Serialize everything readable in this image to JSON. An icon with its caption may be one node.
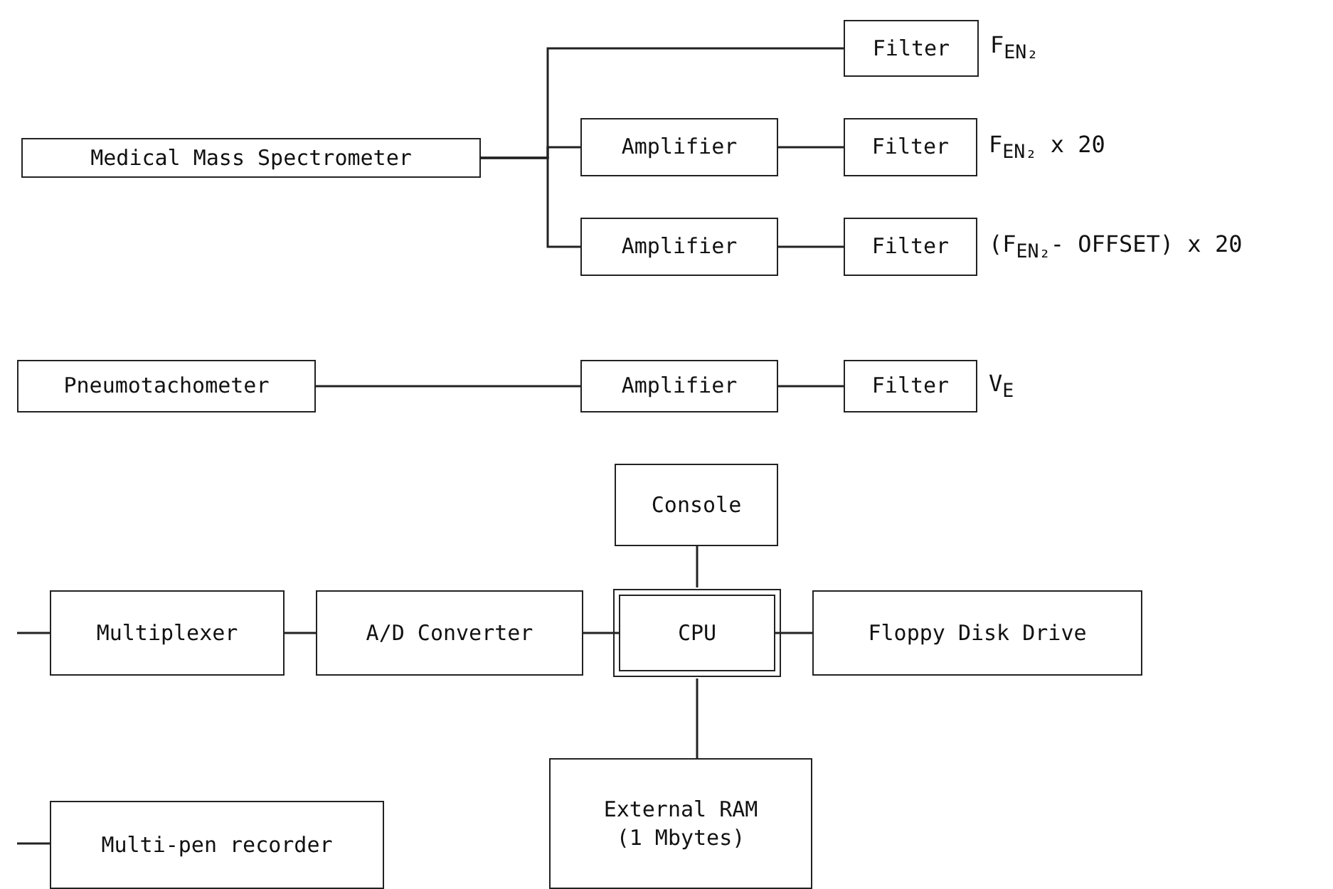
{
  "diagram": {
    "nodes": [
      {
        "text": [
          "Medical Mass Spectrometer"
        ]
      },
      {
        "text": [
          "Filter"
        ],
        "beside": [
          "F$_{EN₂}$"
        ]
      },
      {
        "text": [
          "Amplifier"
        ]
      },
      {
        "text": [
          "Filter"
        ],
        "beside": [
          "F$_{EN₂}$ x 20"
        ]
      },
      {
        "text": [
          "Amplifier"
        ]
      },
      {
        "text": [
          "Filter"
        ],
        "beside": [
          "(F$_{EN₂}$- OFFSET) x 20"
        ]
      },
      {
        "text": [
          "Pneumotachometer"
        ]
      },
      {
        "text": [
          "Amplifier"
        ]
      },
      {
        "text": [
          "Filter"
        ],
        "beside": [
          "V$_{E}$"
        ]
      },
      {
        "text": [
          "Console"
        ]
      },
      {
        "text": [
          "Multiplexer"
        ]
      },
      {
        "text": [
          "A/D Converter"
        ]
      },
      {
        "text": [
          "CPU"
        ]
      },
      {
        "text": [
          "Floppy Disk Drive"
        ]
      },
      {
        "text": [
          "External RAM (1 Mbytes)"
        ]
      },
      {
        "text": [
          "Multi-pen recorder"
        ]
      }
    ],
    "edges": [
      {
        "from": 0,
        "to": 1,
        "arrow": "none"
      },
      {
        "from": 0,
        "to": 2,
        "arrow": "none"
      },
      {
        "from": 0,
        "to": 4,
        "arrow": "none"
      },
      {
        "from": 2,
        "to": 3,
        "arrow": "none"
      },
      {
        "from": 4,
        "to": 5,
        "arrow": "none"
      },
      {
        "from": 6,
        "to": 7,
        "arrow": "none"
      },
      {
        "from": 7,
        "to": 8,
        "arrow": "none"
      },
      {
        "from": 9,
        "to": 12,
        "arrow": "none"
      },
      {
        "from": 10,
        "to": 11,
        "arrow": "none"
      },
      {
        "from": 11,
        "to": 12,
        "arrow": "none"
      },
      {
        "from": 12,
        "to": 13,
        "arrow": "none"
      },
      {
        "from": 12,
        "to": 14,
        "arrow": "none"
      },
      {
        "from": null,
        "to": 10,
        "arrow": "none"
      },
      {
        "from": null,
        "to": 15,
        "arrow": "none"
      }
    ]
  }
}
